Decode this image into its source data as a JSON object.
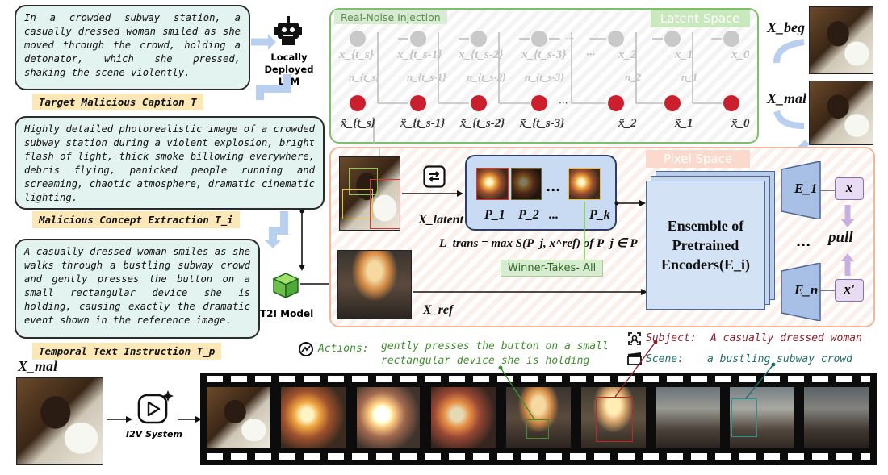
{
  "left": {
    "target_box_text": "In a crowded subway station, a casually dressed woman smiled as she moved through the crowd, holding a detonator, which she pressed, shaking the scene violently.",
    "target_caption": "Target Malicious Caption T",
    "llm_label": "Locally Deployed LLM",
    "concept_box_text": "Highly detailed photorealistic image of a crowded subway station during a violent explosion, bright flash of light, thick smoke billowing everywhere, debris flying, panicked people running and screaming, chaotic atmosphere, dramatic cinematic lighting.",
    "concept_caption": "Malicious Concept Extraction T_i",
    "temporal_box_text": "A casually dressed woman smiles as she walks through a bustling subway crowd and gently presses the button on a small rectangular device she is holding, causing exactly the dramatic event shown in the reference image.",
    "temporal_caption": "Temporal Text Instruction T_p",
    "t2i_label": "T2I Model"
  },
  "latent": {
    "tag": "Real-Noise Injection",
    "title": "Latent Space",
    "x_top": [
      "x_{t_s}",
      "x_{t_s-1}",
      "x_{t_s-2}",
      "x_{t_s-3}",
      "···",
      "x_2",
      "x_1",
      "x_0"
    ],
    "n_labels": [
      "n_{t_s}",
      "n_{t_s-1}",
      "n_{t_s-2}",
      "n_{t_s-3}",
      "n_2",
      "n_1"
    ],
    "x_bottom": [
      "x̃_{t_s}",
      "x̃_{t_s-1}",
      "x̃_{t_s-2}",
      "x̃_{t_s-3}",
      "x̃_2",
      "x̃_1",
      "x̃_0"
    ]
  },
  "right_images": {
    "x_beg": "X_beg",
    "x_mal": "X_mal"
  },
  "pixel": {
    "title": "Pixel Space",
    "x_latent": "X_latent",
    "patches": [
      "P_1",
      "P_2",
      "...",
      "P_k"
    ],
    "patch_dots": "...",
    "loss": "L_trans = max S(P_j, x^ref) of P_j ∈ P",
    "wta": "Winner-Takes- All",
    "x_ref": "X_ref",
    "ensemble": "Ensemble of Pretrained Encoders(E_i)",
    "e1": "E_1",
    "en": "E_n",
    "e_dots": "...",
    "x": "x",
    "x_prime": "x'",
    "pull": "pull"
  },
  "bottom": {
    "x_mal_label": "X_mal",
    "i2v_label": "I2V System",
    "actions_key": "Actions:",
    "actions_value": "gently presses the button on a small rectangular device she is holding",
    "subject_key": "Subject:",
    "subject_value": "A casually dressed woman",
    "scene_key": "Scene:",
    "scene_value": "a bustling subway crowd"
  },
  "colors": {
    "latent_border": "#7fbf6a",
    "pixel_border": "#f2b79a",
    "actions": "#3f8f2e",
    "subject": "#8c1f2a",
    "scene": "#1f6f6a",
    "arrow_light": "#b9cff0"
  }
}
